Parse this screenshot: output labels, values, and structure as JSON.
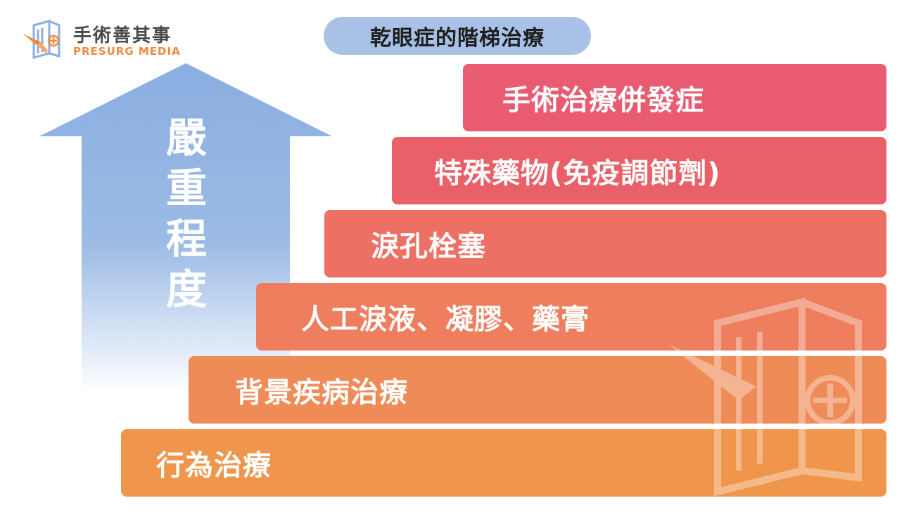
{
  "logo": {
    "name_cn": "手術善其事",
    "name_en": "PRESURG MEDIA"
  },
  "title": "乾眼症的階梯治療",
  "arrow_label": [
    "嚴",
    "重",
    "程",
    "度"
  ],
  "steps": [
    {
      "label": "手術治療併發症",
      "color": "#e95b70"
    },
    {
      "label": "特殊藥物(免疫調節劑)",
      "color": "#ea6068"
    },
    {
      "label": "淚孔栓塞",
      "color": "#ec7064"
    },
    {
      "label": "人工淚液、凝膠、藥膏",
      "color": "#ee7e5d"
    },
    {
      "label": "背景疾病治療",
      "color": "#ef8b56"
    },
    {
      "label": "行為治療",
      "color": "#f0964c"
    }
  ],
  "colors": {
    "arrow_top": "#8aaee0",
    "arrow_bottom": "#ffffff",
    "title_pill": "#a9c1e6",
    "logo_accent": "#ef8a3c"
  }
}
